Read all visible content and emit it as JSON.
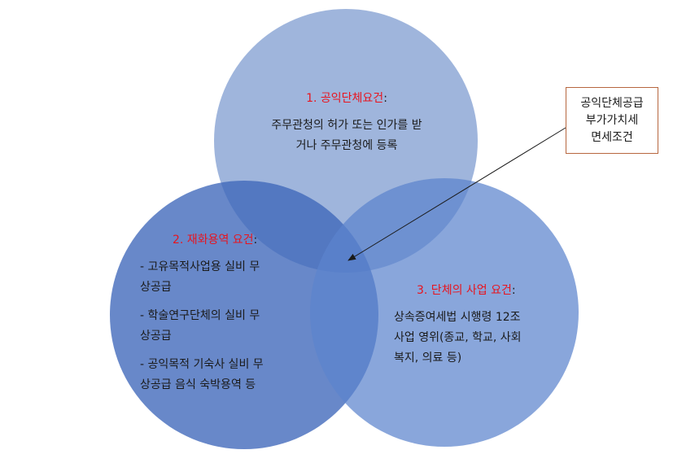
{
  "colors": {
    "circle_public": "#8ea8d6",
    "circle_goods": "#4a70c0",
    "circle_business": "#5f86cf",
    "heading_red": "#e8141e",
    "callout_border": "#b7673f",
    "arrow": "#1a1a1a"
  },
  "circle1": {
    "heading": "1. 공익단체요건",
    "colon": ":",
    "lines": [
      "주무관청의 허가 또는 인가를 받",
      "거나 주무관청에 등록"
    ]
  },
  "circle2": {
    "heading": "2. 재화용역 요건",
    "colon": ":",
    "items": [
      [
        "- 고유목적사업용 실비 무",
        "상공급"
      ],
      [
        "- 학술연구단체의 실비 무",
        "상공급"
      ],
      [
        "- 공익목적 기숙사 실비 무",
        "상공급 음식 숙박용역 등"
      ]
    ]
  },
  "circle3": {
    "heading": "3. 단체의 사업 요건",
    "colon": ":",
    "lines": [
      "상속증여세법 시행령 12조",
      "사업 영위(종교, 학교, 사회",
      "복지, 의료 등)"
    ]
  },
  "callout": {
    "lines": [
      "공익단체공급",
      "부가가치세",
      "면세조건"
    ]
  }
}
